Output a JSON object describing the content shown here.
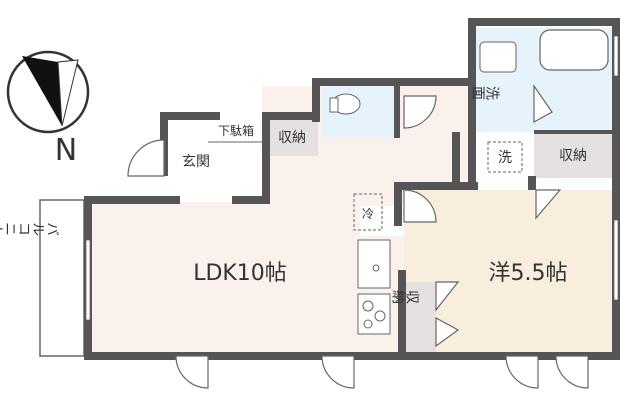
{
  "rooms": {
    "ldk": "LDK10帖",
    "western": "洋5.5帖",
    "entrance": "玄関",
    "shoe_box": "下駄箱",
    "storage_upper": "収納",
    "storage_right": "収納",
    "storage_closet": "収納",
    "washroom": "洗面",
    "washing_machine": "洗",
    "fridge": "冷",
    "balcony": "バルコニー"
  },
  "compass": {
    "label": "N"
  },
  "colors": {
    "ldk_floor": "#fbf1ec",
    "western_floor": "#f7eedd",
    "wet_area": "#e7f3fb",
    "closet": "#e6e1e1",
    "wall": "#555555"
  }
}
